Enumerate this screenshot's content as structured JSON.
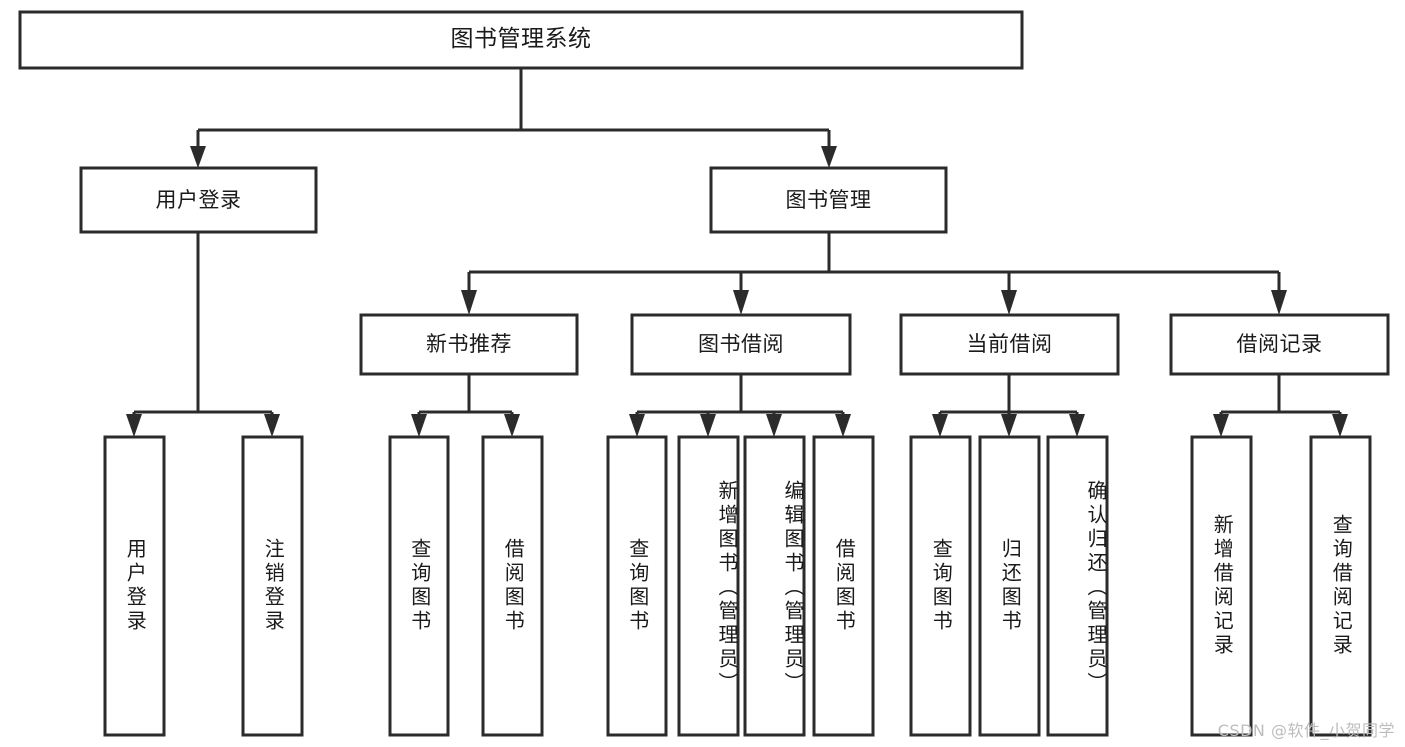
{
  "diagram": {
    "title": "图书管理系统",
    "type": "hierarchy-tree",
    "colors": {
      "box_stroke": "#2b2b2b",
      "box_fill": "#ffffff",
      "text": "#1a1a1a",
      "background": "#ffffff",
      "watermark": "#bdbdbd"
    },
    "levels": {
      "root": {
        "label": "图书管理系统"
      },
      "level2": [
        {
          "label": "用户登录"
        },
        {
          "label": "图书管理"
        }
      ],
      "level3": [
        {
          "label": "新书推荐"
        },
        {
          "label": "图书借阅"
        },
        {
          "label": "当前借阅"
        },
        {
          "label": "借阅记录"
        }
      ],
      "leaves": [
        {
          "label": "用户登录",
          "parent": "用户登录"
        },
        {
          "label": "注销登录",
          "parent": "用户登录"
        },
        {
          "label": "查询图书",
          "parent": "新书推荐"
        },
        {
          "label": "借阅图书",
          "parent": "新书推荐"
        },
        {
          "label": "查询图书",
          "parent": "图书借阅"
        },
        {
          "label": "新增图书（管理员）",
          "parent": "图书借阅"
        },
        {
          "label": "编辑图书（管理员）",
          "parent": "图书借阅"
        },
        {
          "label": "借阅图书",
          "parent": "图书借阅"
        },
        {
          "label": "查询图书",
          "parent": "当前借阅"
        },
        {
          "label": "归还图书",
          "parent": "当前借阅"
        },
        {
          "label": "确认归还（管理员）",
          "parent": "当前借阅"
        },
        {
          "label": "新增借阅记录",
          "parent": "借阅记录"
        },
        {
          "label": "查询借阅记录",
          "parent": "借阅记录"
        }
      ]
    }
  },
  "watermark": {
    "text": "CSDN @软件_小贺同学"
  }
}
